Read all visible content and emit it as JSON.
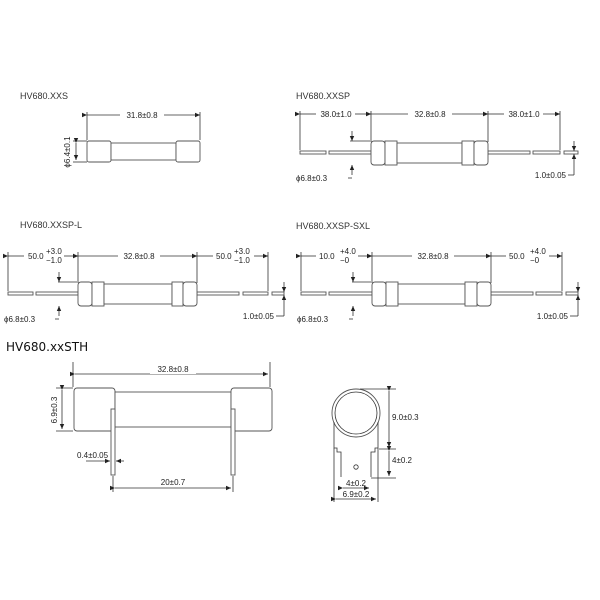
{
  "drawings": [
    {
      "id": "xxs",
      "title": "HV680.XXS",
      "dims": {
        "length": "31.8±0.8",
        "diameter": "ϕ6.4±0.1"
      }
    },
    {
      "id": "xxsp",
      "title": "HV680.XXSP",
      "dims": {
        "lead_left": "38.0±1.0",
        "length": "32.8±0.8",
        "lead_right": "38.0±1.0",
        "diameter": "ϕ6.8±0.3",
        "lead_diameter": "1.0±0.05"
      }
    },
    {
      "id": "xxsp-l",
      "title": "HV680.XXSP-L",
      "dims": {
        "lead_left_nominal": "50.0",
        "lead_left_plus": "+3.0",
        "lead_left_minus": "−1.0",
        "length": "32.8±0.8",
        "lead_right_nominal": "50.0",
        "lead_right_plus": "+3.0",
        "lead_right_minus": "−1.0",
        "diameter": "ϕ6.8±0.3",
        "lead_diameter": "1.0±0.05"
      }
    },
    {
      "id": "xxsp-sxl",
      "title": "HV680.XXSP-SXL",
      "dims": {
        "lead_left_nominal": "10.0",
        "lead_left_plus": "+4.0",
        "lead_left_minus": "−0",
        "length": "32.8±0.8",
        "lead_right_nominal": "50.0",
        "lead_right_plus": "+4.0",
        "lead_right_minus": "−0",
        "diameter": "ϕ6.8±0.3",
        "lead_diameter": "1.0±0.05"
      }
    },
    {
      "id": "xxsth",
      "title": "HV680.xxSTH",
      "dims": {
        "length": "32.8±0.8",
        "height": "6.9±0.3",
        "tab_thickness": "0.4±0.05",
        "pin_spacing": "20±0.7",
        "end_height": "9.0±0.3",
        "tab_height": "4±0.2",
        "tab_width": "4±0.2",
        "end_width": "6.9±0.2"
      }
    }
  ]
}
